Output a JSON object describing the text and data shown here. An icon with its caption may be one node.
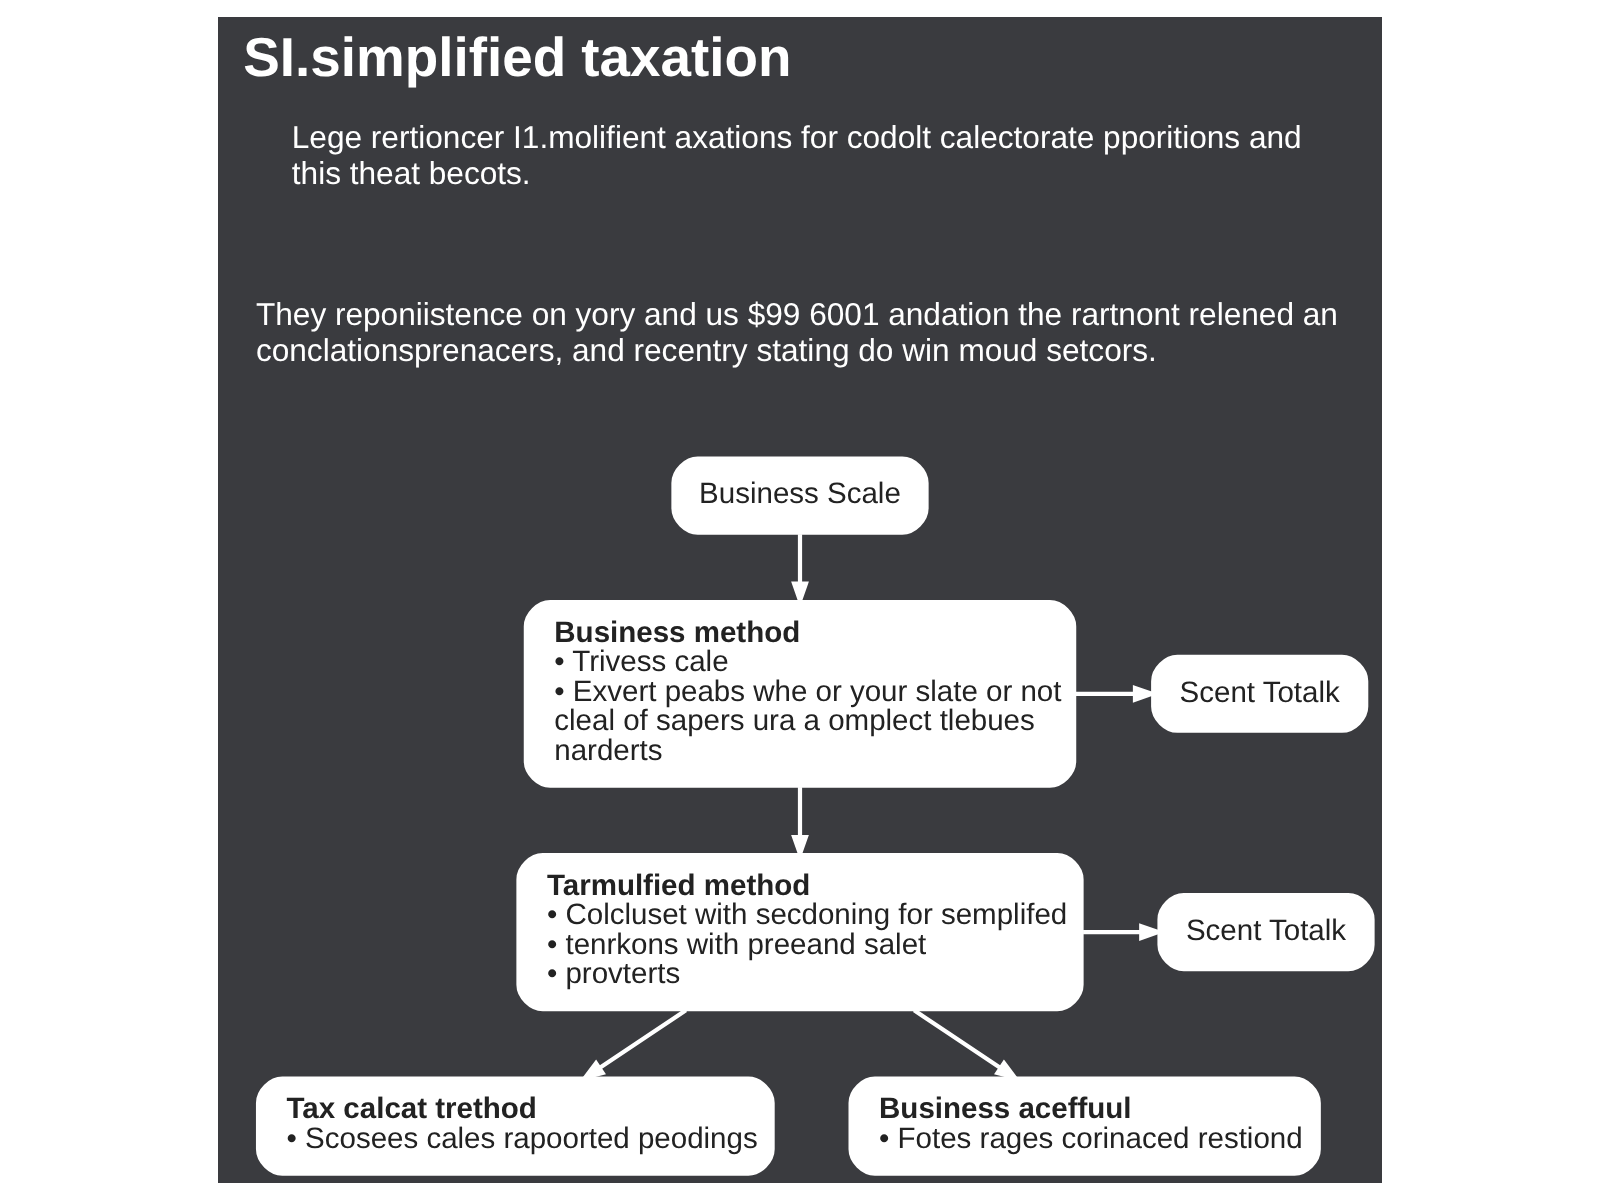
{
  "diagram": {
    "title": "SI.simplified taxation",
    "nodes": [
      {
        "text": [
          "Business Scale"
        ]
      },
      {
        "text": [
          "Business method",
          "• Trivess cale",
          "• Exvert peabs whe or your slate or not cleal of sapers ura a omplect tlebues narderts"
        ]
      },
      {
        "text": [
          "Scent Totalk"
        ]
      },
      {
        "text": [
          "Tarmulfied method",
          "• Colcluset with secdoning for semplifed",
          "• tenrkons with preeand salet",
          "• provterts"
        ]
      },
      {
        "text": [
          "Scent Totalk"
        ]
      },
      {
        "text": [
          "Tax calcat trethod",
          "• Scosees cales rapoorted peodings"
        ]
      },
      {
        "text": [
          "Business aceffuul",
          "• Fotes rages corinaced restiond"
        ]
      }
    ],
    "edges": [
      {
        "from": 0,
        "to": 1,
        "arrow": "to"
      },
      {
        "from": 1,
        "to": 2,
        "arrow": "to"
      },
      {
        "from": 1,
        "to": 3,
        "arrow": "to"
      },
      {
        "from": 3,
        "to": 4,
        "arrow": "to"
      },
      {
        "from": 3,
        "to": 5,
        "arrow": "to"
      },
      {
        "from": 3,
        "to": 6,
        "arrow": "to"
      }
    ],
    "labels": [
      "Lege rertioncer I1.molifient axations for codolt calectorate pporitions and this theat becots.",
      "They reponiistence on yory and us $99 6001 andation the rartnont relened an conclationsprenacers, and recentry stating do win moud setcors."
    ]
  }
}
